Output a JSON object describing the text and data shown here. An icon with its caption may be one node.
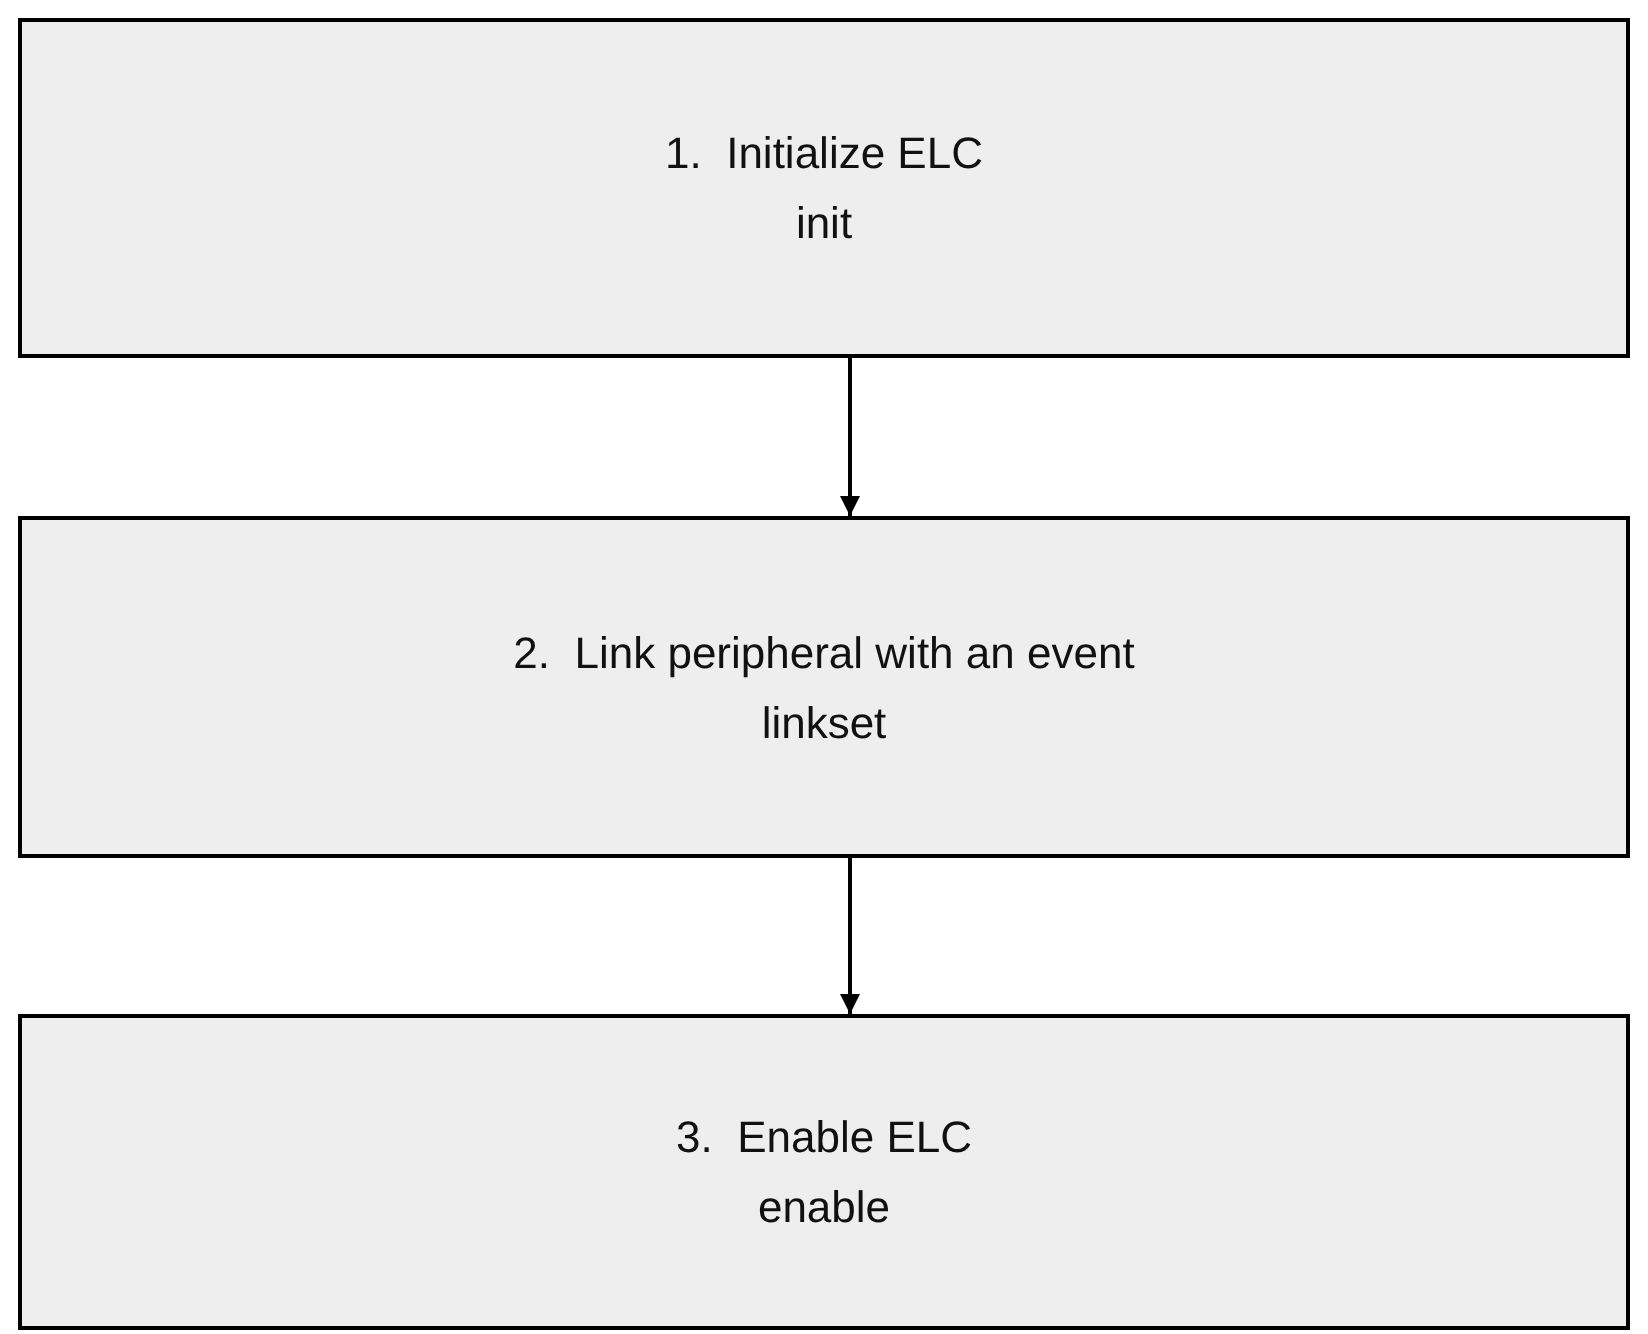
{
  "diagram": {
    "nodes": [
      {
        "text": [
          "1.  Initialize ELC",
          "init"
        ]
      },
      {
        "text": [
          "2.  Link peripheral with an event",
          "linkset"
        ]
      },
      {
        "text": [
          "3.  Enable ELC",
          "enable"
        ]
      }
    ],
    "edges": [
      {
        "from": 0,
        "to": 1,
        "arrow": "to"
      },
      {
        "from": 1,
        "to": 2,
        "arrow": "to"
      }
    ]
  }
}
